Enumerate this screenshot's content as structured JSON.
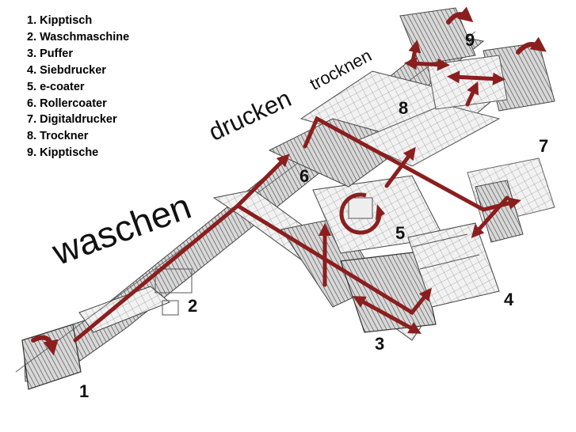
{
  "legend": [
    "1. Kipptisch",
    "2. Waschmaschine",
    "3. Puffer",
    "4. Siebdrucker",
    "5. e-coater",
    "6. Rollercoater",
    "7. Digitaldrucker",
    "8. Trockner",
    "9. Kipptische"
  ],
  "station_numbers": [
    "1",
    "2",
    "3",
    "4",
    "5",
    "6",
    "7",
    "8",
    "9"
  ],
  "process_words": [
    "waschen",
    "drucken",
    "trocknen"
  ],
  "colors": {
    "flow_arrow": "#8b1e1e",
    "machine_line": "#444444",
    "text": "#111111"
  }
}
